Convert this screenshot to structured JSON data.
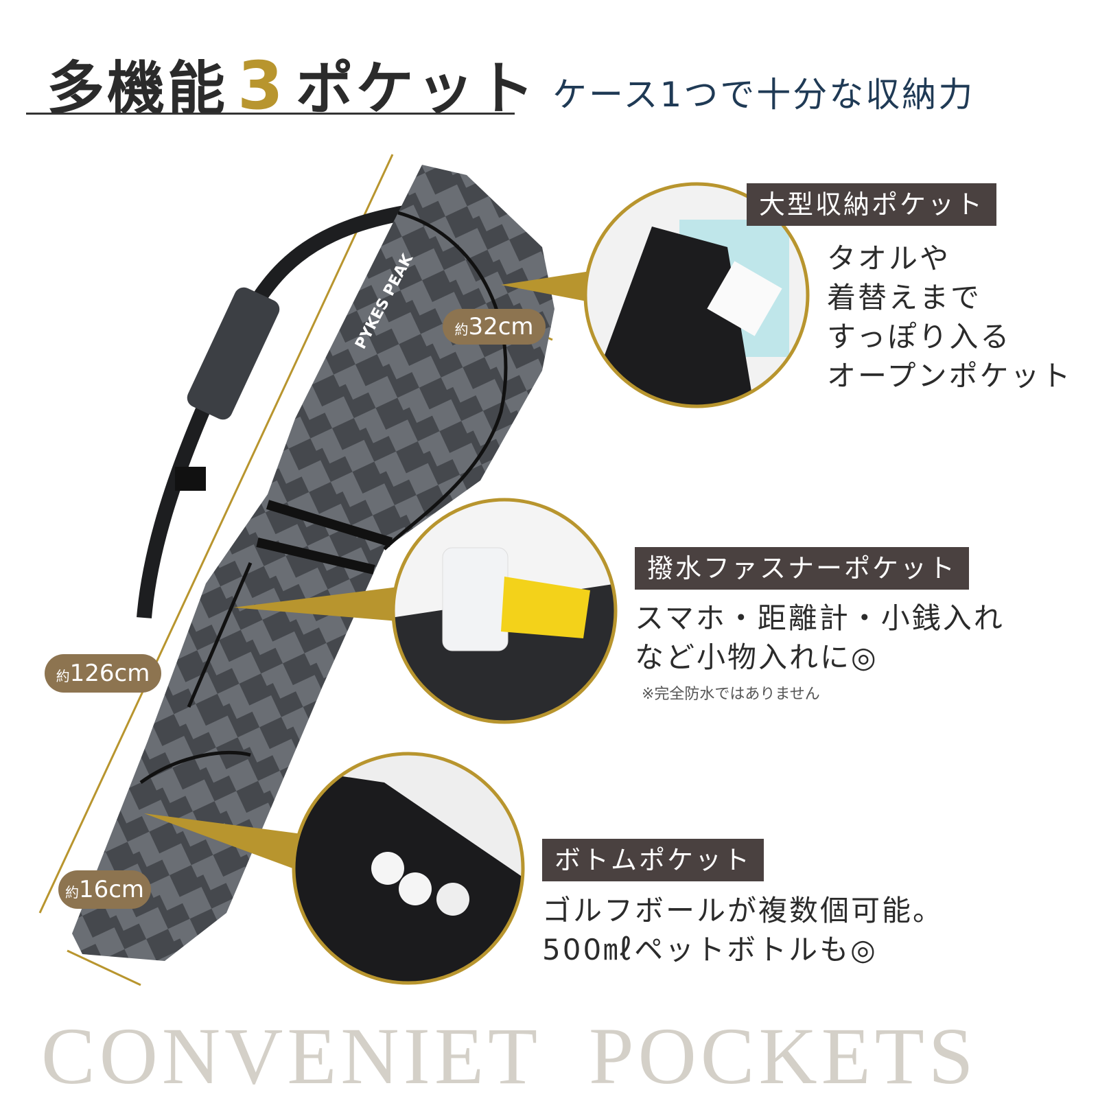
{
  "header": {
    "title_pre": "多機能",
    "title_num": "3",
    "title_post": "ポケット",
    "subtitle": "ケース1つで十分な収納力"
  },
  "brand": "PYKES PEAK",
  "dimensions": {
    "width_top": {
      "prefix": "約",
      "value": "32cm"
    },
    "length": {
      "prefix": "約",
      "value": "126cm"
    },
    "width_bottom": {
      "prefix": "約",
      "value": "16cm"
    }
  },
  "pockets": [
    {
      "label": "大型収納ポケット",
      "lines": [
        "タオルや",
        "着替えまで",
        "すっぽり入る",
        "オープンポケット"
      ]
    },
    {
      "label": "撥水ファスナーポケット",
      "lines": [
        "スマホ・距離計・小銭入れ",
        "など小物入れに◎"
      ],
      "note": "※完全防水ではありません"
    },
    {
      "label": "ボトムポケット",
      "lines": [
        "ゴルフボールが複数個可能。",
        "500㎖ペットボトルも◎"
      ]
    }
  ],
  "footer": "CONVENIET  POCKETS",
  "colors": {
    "gold": "#b8952e",
    "tag_bg": "#4a4140",
    "badge_bg": "#8d7450",
    "subtitle": "#1f3a55",
    "bag": "#4a4d52"
  }
}
